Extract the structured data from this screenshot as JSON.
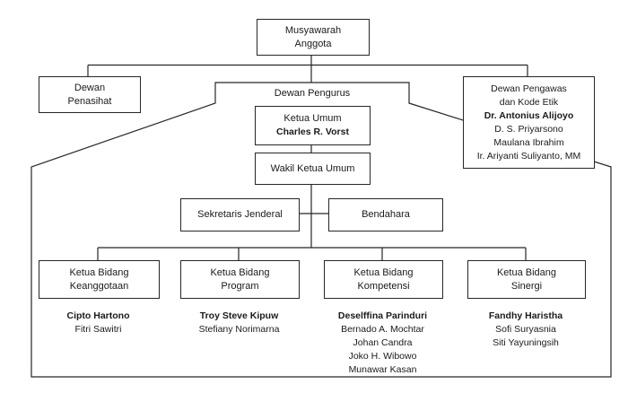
{
  "org": {
    "musyawarah": {
      "line1": "Musyawarah",
      "line2": "Anggota"
    },
    "penasihat": {
      "line1": "Dewan",
      "line2": "Penasihat"
    },
    "pengurus": {
      "label": "Dewan Pengurus"
    },
    "pengawas": {
      "line1": "Dewan Pengawas",
      "line2": "dan Kode Etik",
      "head": "Dr. Antonius Alijoyo",
      "members": [
        "D. S. Priyarsono",
        "Maulana Ibrahim",
        "Ir. Ariyanti Suliyanto, MM"
      ]
    },
    "ketua_umum": {
      "label": "Ketua Umum",
      "name": "Charles R. Vorst"
    },
    "wakil_ketua_umum": {
      "label": "Wakil Ketua Umum"
    },
    "sekretaris_jenderal": {
      "label": "Sekretaris Jenderal"
    },
    "bendahara": {
      "label": "Bendahara"
    },
    "bidang_keanggotaan": {
      "line1": "Ketua Bidang",
      "line2": "Keanggotaan",
      "head": "Cipto Hartono",
      "members": [
        "Fitri Sawitri"
      ]
    },
    "bidang_program": {
      "line1": "Ketua Bidang",
      "line2": "Program",
      "head": "Troy Steve Kipuw",
      "members": [
        "Stefiany Norimarna"
      ]
    },
    "bidang_kompetensi": {
      "line1": "Ketua Bidang",
      "line2": "Kompetensi",
      "head": "Deselffina Parinduri",
      "members": [
        "Bernado A. Mochtar",
        "Johan Candra",
        "Joko H. Wibowo",
        "Munawar Kasan"
      ]
    },
    "bidang_sinergi": {
      "line1": "Ketua Bidang",
      "line2": "Sinergi",
      "head": "Fandhy Haristha",
      "members": [
        "Sofi Suryasnia",
        "Siti Yayuningsih"
      ]
    }
  },
  "colors": {
    "border": "#262626",
    "text": "#1a1a1a",
    "background": "#ffffff"
  }
}
